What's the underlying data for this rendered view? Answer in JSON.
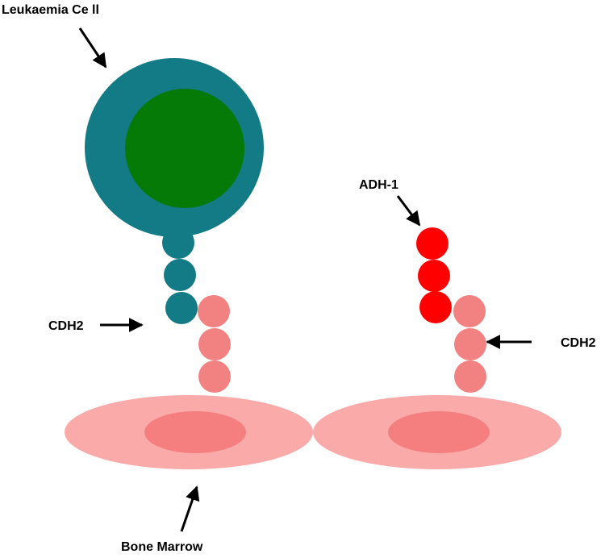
{
  "labels": {
    "leukaemia_cell": "Leukaemia Ce ll",
    "adh1": "ADH-1",
    "cdh2_left": "CDH2",
    "cdh2_right": "CDH2",
    "bone_marrow": "Bone Marrow"
  },
  "colors": {
    "cell_outer": "#137b85",
    "cell_nucleus": "#067a07",
    "cdh2_leukaemia": "#137b85",
    "cdh2_marrow": "#f28282",
    "adh1": "#ff0000",
    "marrow_outer": "#fbaaaa",
    "marrow_inner": "#f57f7f",
    "arrow": "#000000"
  }
}
